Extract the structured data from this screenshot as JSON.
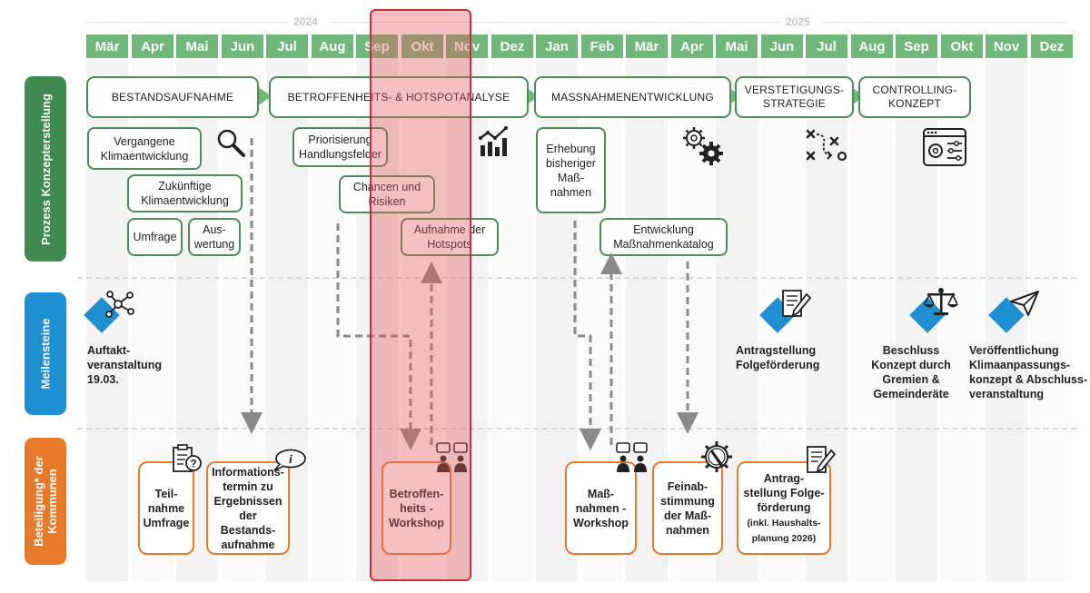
{
  "years": [
    "2024",
    "2025"
  ],
  "months": [
    "Mär",
    "Apr",
    "Mai",
    "Jun",
    "Jul",
    "Aug",
    "Sep",
    "Okt",
    "Nov",
    "Dez",
    "Jan",
    "Feb",
    "Mär",
    "Apr",
    "Mai",
    "Jun",
    "Jul",
    "Aug",
    "Sep",
    "Okt",
    "Nov",
    "Dez"
  ],
  "rows": {
    "process": "Prozess Konzepterstellung",
    "milestones": "Meilensteine",
    "participation_line1": "Beteiligung* der",
    "participation_line2": "Kommunen"
  },
  "phases": {
    "bestand": "BESTANDSAUFNAHME",
    "betroffen": "BETROFFENHEITS- & HOTSPOTANALYSE",
    "massnahmen": "MASSNAHMENENTWICKLUNG",
    "verstetigung_1": "VERSTETIGUNGS-",
    "verstetigung_2": "STRATEGIE",
    "controlling_1": "CONTROLLING-",
    "controlling_2": "KONZEPT"
  },
  "tasks": {
    "vergangene_1": "Vergangene",
    "vergangene_2": "Klimaentwicklung",
    "zukuenftige_1": "Zukünftige",
    "zukuenftige_2": "Klimaentwicklung",
    "umfrage": "Umfrage",
    "auswertung_1": "Aus-",
    "auswertung_2": "wertung",
    "priorisierung_1": "Priorisierung",
    "priorisierung_2": "Handlungsfelder",
    "chancen_1": "Chancen und",
    "chancen_2": "Risiken",
    "hotspots_1": "Aufnahme der",
    "hotspots_2": "Hotspots",
    "erhebung_1": "Erhebung",
    "erhebung_2": "bisheriger",
    "erhebung_3": "Maß-",
    "erhebung_4": "nahmen",
    "katalog_1": "Entwicklung",
    "katalog_2": "Maßnahmenkatalog"
  },
  "milestones": {
    "auftakt_1": "Auftakt-",
    "auftakt_2": "veranstaltung",
    "auftakt_3": "19.03.",
    "antrag_1": "Antragstellung",
    "antrag_2": "Folgeförderung",
    "beschluss_1": "Beschluss",
    "beschluss_2": "Konzept durch",
    "beschluss_3": "Gremien &",
    "beschluss_4": "Gemeinderäte",
    "veroeff_1": "Veröffentlichung",
    "veroeff_2": "Klimaanpassungs-",
    "veroeff_3": "konzept & Abschluss-",
    "veroeff_4": "veranstaltung"
  },
  "participation": {
    "teilnahme_1": "Teil-",
    "teilnahme_2": "nahme",
    "teilnahme_3": "Umfrage",
    "info_1": "Informations-",
    "info_2": "termin zu",
    "info_3": "Ergebnissen",
    "info_4": "der Bestands-",
    "info_5": "aufnahme",
    "workshop1_1": "Betroffen-",
    "workshop1_2": "heits -",
    "workshop1_3": "Workshop",
    "workshop2_1": "Maß-",
    "workshop2_2": "nahmen -",
    "workshop2_3": "Workshop",
    "fein_1": "Feinab-",
    "fein_2": "stimmung",
    "fein_3": "der Maß-",
    "fein_4": "nahmen",
    "antrag_1": "Antrag-",
    "antrag_2": "stellung Folge-",
    "antrag_3": "förderung",
    "antrag_4": "(inkl. Haushalts-",
    "antrag_5": "planung 2026)"
  },
  "colors": {
    "green_header": "#6fb87a",
    "green_border": "#4e8d5b",
    "row_green": "#3f8a4f",
    "row_blue": "#1f8fd1",
    "row_orange": "#e87a2c",
    "highlight": "#e45a5f"
  }
}
